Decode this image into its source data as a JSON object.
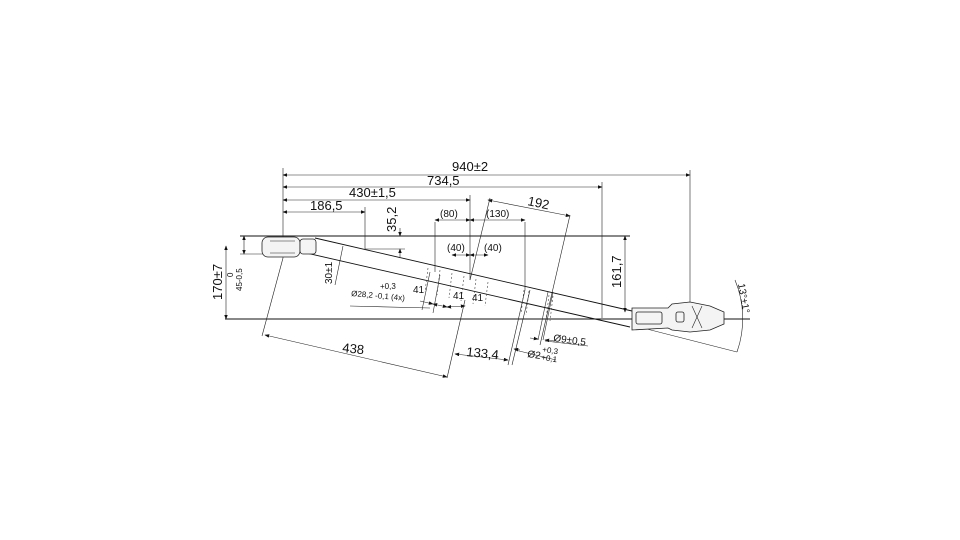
{
  "drawing": {
    "dimensions": {
      "overall_length": "940±2",
      "length_734": "734,5",
      "length_430": "430±1,5",
      "length_186": "186,5",
      "height_35": "35,2",
      "spacing_80": "(80)",
      "spacing_130": "(130)",
      "length_192": "192",
      "spacing_40a": "(40)",
      "spacing_40b": "(40)",
      "height_161": "161,7",
      "height_170": "170±7",
      "tol_upper_0": "0",
      "width_45": "45-0,5",
      "dim_30": "30±1",
      "dia28_tol_upper": "+0,3",
      "dia28": "Ø28,2 -0,1 (4x)",
      "w41a": "41",
      "w41b": "41",
      "w41c": "41",
      "length_438": "438",
      "length_133": "133,4",
      "dia9": "Ø9±0,5",
      "dia2": "Ø2",
      "dia2_tol_upper": "+0,3",
      "dia2_tol_lower": "+0,1",
      "angle": "13°±1°"
    }
  }
}
